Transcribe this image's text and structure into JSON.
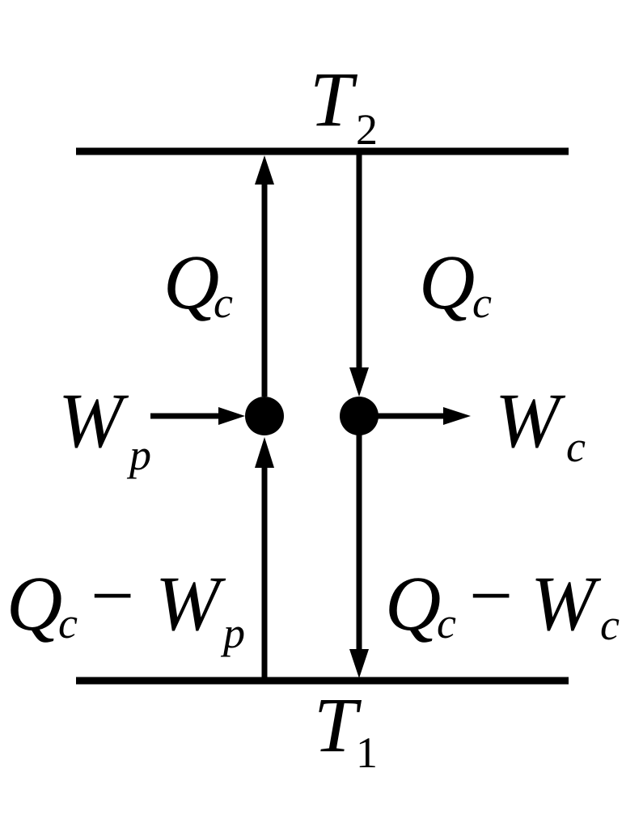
{
  "reservoirs": {
    "hot": {
      "symbol": "T",
      "subscript": "2"
    },
    "cold": {
      "symbol": "T",
      "subscript": "1"
    }
  },
  "left_cycle": {
    "upper_label": {
      "symbol": "Q",
      "subscript": "c"
    },
    "work_label": {
      "symbol": "W",
      "subscript": "p"
    },
    "lower_label": {
      "q_symbol": "Q",
      "q_subscript": "c",
      "minus": "−",
      "w_symbol": "W",
      "w_subscript": "p"
    }
  },
  "right_cycle": {
    "upper_label": {
      "symbol": "Q",
      "subscript": "c"
    },
    "work_label": {
      "symbol": "W",
      "subscript": "c"
    },
    "lower_label": {
      "q_symbol": "Q",
      "q_subscript": "c",
      "minus": "−",
      "w_symbol": "W",
      "w_subscript": "c"
    }
  },
  "colors": {
    "stroke": "#000000",
    "background": "#ffffff"
  }
}
